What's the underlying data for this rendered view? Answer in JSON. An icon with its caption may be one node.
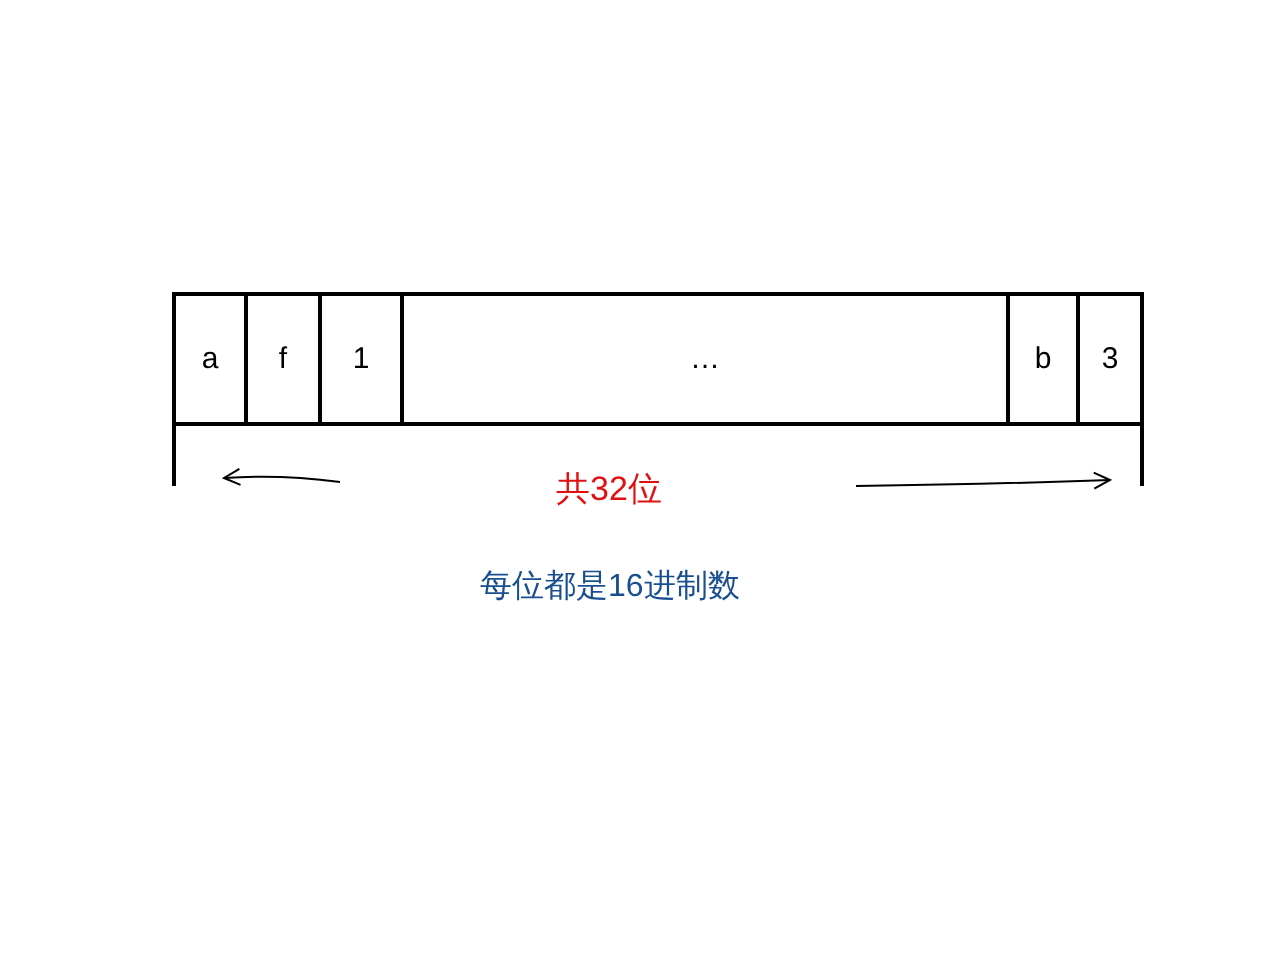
{
  "diagram": {
    "nodes": [
      {
        "text": [
          "a"
        ]
      },
      {
        "text": [
          "f"
        ]
      },
      {
        "text": [
          "1"
        ]
      },
      {
        "text": [
          "…"
        ]
      },
      {
        "text": [
          "b"
        ]
      },
      {
        "text": [
          "3"
        ]
      }
    ],
    "edges": [],
    "labels": [
      "共32位",
      "每位都是16进制数"
    ]
  }
}
